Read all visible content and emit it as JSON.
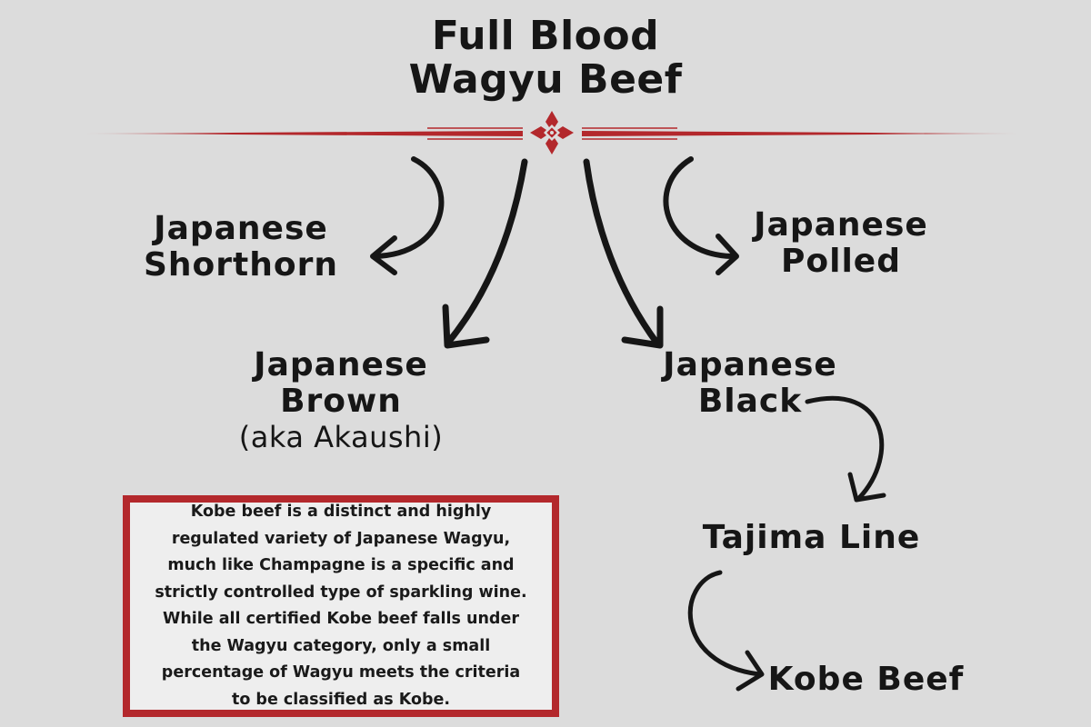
{
  "title": {
    "line1": "Full Blood",
    "line2": "Wagyu Beef"
  },
  "breeds": {
    "shorthorn": {
      "line1": "Japanese",
      "line2": "Shorthorn"
    },
    "polled": {
      "line1": "Japanese",
      "line2": "Polled"
    },
    "brown": {
      "line1": "Japanese",
      "line2": "Brown",
      "line3": "(aka Akaushi)"
    },
    "black": {
      "line1": "Japanese",
      "line2": "Black"
    }
  },
  "lineage": {
    "tajima": "Tajima Line",
    "kobe": "Kobe Beef"
  },
  "note": {
    "text": "Kobe beef is a distinct and highly regulated variety of Japanese Wagyu, much like Champagne is a specific and strictly controlled type of sparkling wine. While all certified Kobe beef falls under the Wagyu category, only a small percentage of Wagyu meets the criteria to be classified as Kobe."
  },
  "colors": {
    "background": "#dcdcdc",
    "accent_red": "#b3282c",
    "text": "#161616",
    "arrow": "#161616"
  },
  "icons": {
    "divider_ornament": "four-petal-cross-ornament"
  }
}
